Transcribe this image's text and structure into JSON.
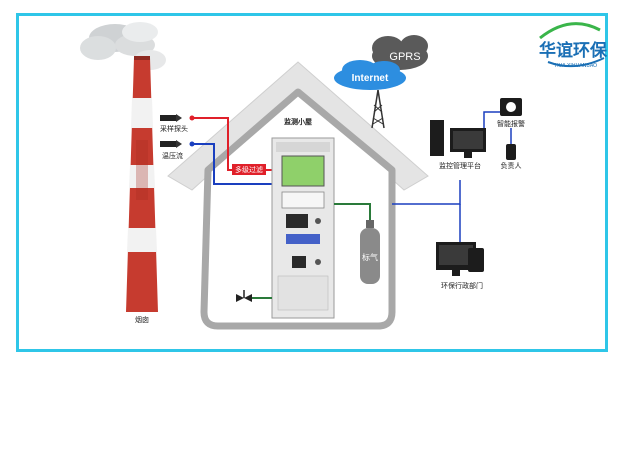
{
  "diagram": {
    "brand": {
      "name_cn": "华谊环保",
      "name_en": "HUA YIHUANBAO",
      "colors": {
        "primary": "#1a6fb5",
        "secondary": "#3ab54a"
      }
    },
    "cloud": {
      "gprs": "GPRS",
      "internet": "Internet"
    },
    "chimney": {
      "label": "烟囱"
    },
    "probes": {
      "sampling": "采样探头",
      "temp_pressure_flow": "温压流"
    },
    "pipe": {
      "label": "多级过滤"
    },
    "house": {
      "label": "监测小屋"
    },
    "gas_cylinder": {
      "label": "标气"
    },
    "monitor_platform": {
      "label": "监控管理平台"
    },
    "smart_alert": {
      "label": "智能报警"
    },
    "responsible": {
      "label": "负责人"
    },
    "env_dept": {
      "label": "环保行政部门"
    },
    "colors": {
      "frame": "#2fc6e8",
      "red_line": "#e0202a",
      "blue_line": "#1a3fbf",
      "green_line": "#2a7a3a",
      "house": "#dcdcdc"
    }
  }
}
